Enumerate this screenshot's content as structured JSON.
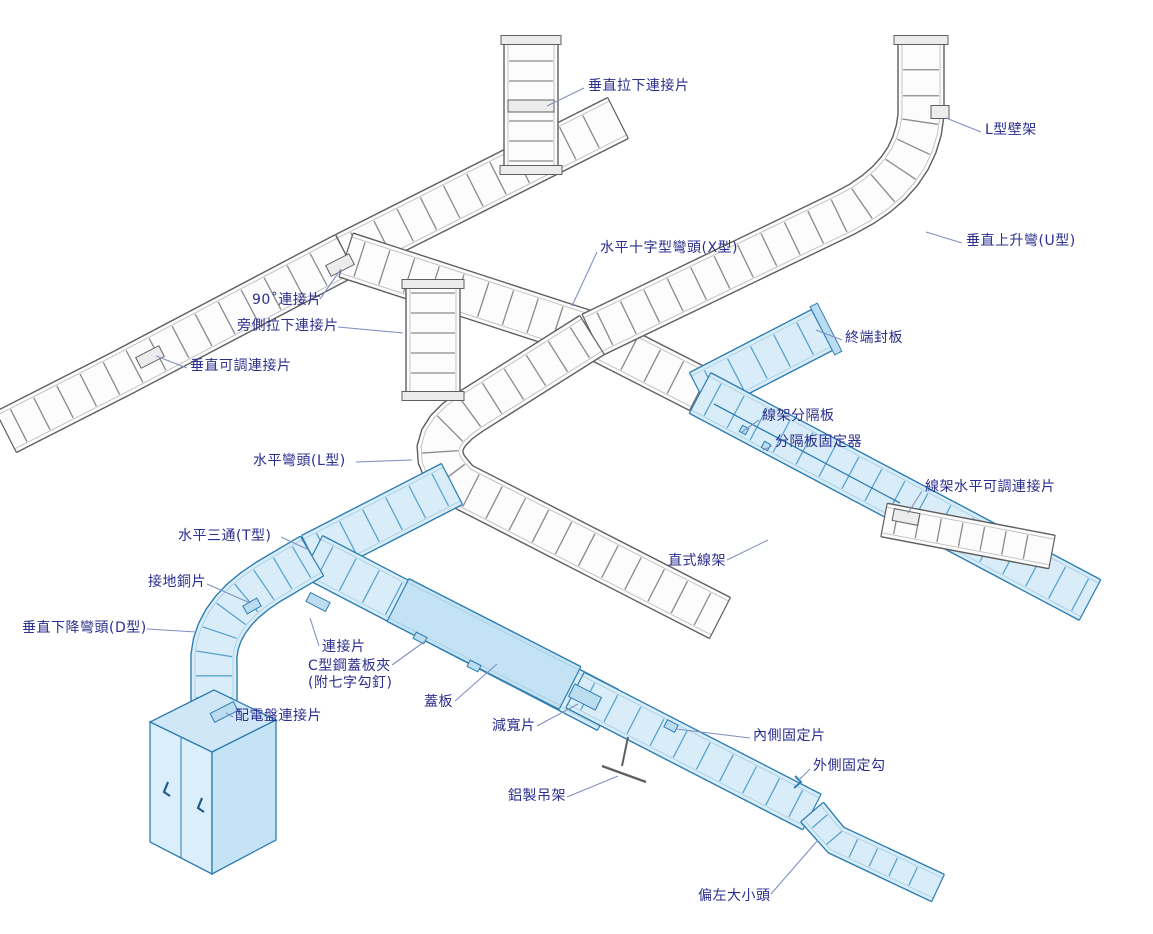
{
  "diagram": {
    "background": "#ffffff",
    "colors": {
      "label_text": "#2b2f8f",
      "leader_line": "#8090c2",
      "gray_rail": "#5f5f5f",
      "gray_fill": "#fcfcfc",
      "gray_rung": "#8a8a8a",
      "gray_inner": "#bdbdbd",
      "blue_rail": "#2e7eb3",
      "blue_fill": "#d9edf8",
      "blue_rung": "#5ba3cf",
      "blue_inner": "#a8cfe6",
      "cover_fill": "#c3e2f4",
      "box_top": "#cfe7f6",
      "box_left": "#daeefb",
      "box_right": "#c5e3f5",
      "plate_gray": "#ececec",
      "plate_blue": "#bcdcf0",
      "handle": "#1f5d8a"
    },
    "labels": [
      {
        "id": "vertical-pulldown-connector",
        "text": "垂直拉下連接片"
      },
      {
        "id": "l-type-wall-bracket",
        "text": "L型壁架"
      },
      {
        "id": "vertical-rise-bend-u",
        "text": "垂直上升彎(U型)"
      },
      {
        "id": "horizontal-cross-bend-x",
        "text": "水平十字型彎頭(X型)"
      },
      {
        "id": "90-degree-connector",
        "text": "90˚連接片"
      },
      {
        "id": "side-pulldown-connector",
        "text": "旁側拉下連接片"
      },
      {
        "id": "end-cap-plate",
        "text": "終端封板"
      },
      {
        "id": "vertical-adjustable-connector",
        "text": "垂直可調連接片"
      },
      {
        "id": "tray-divider",
        "text": "線架分隔板"
      },
      {
        "id": "divider-fixture",
        "text": "分隔板固定器"
      },
      {
        "id": "horizontal-elbow-l",
        "text": "水平彎頭(L型)"
      },
      {
        "id": "tray-horizontal-adjustable-connector",
        "text": "線架水平可調連接片"
      },
      {
        "id": "horizontal-tee-t",
        "text": "水平三通(T型)"
      },
      {
        "id": "straight-tray",
        "text": "直式線架"
      },
      {
        "id": "grounding-copper-strip",
        "text": "接地銅片"
      },
      {
        "id": "vertical-drop-bend-d",
        "text": "垂直下降彎頭(D型)"
      },
      {
        "id": "connector-plate",
        "text": "連接片"
      },
      {
        "id": "c-channel-cover-clip",
        "text": "C型鋼蓋板夾",
        "text2": "(附七字勾釘)"
      },
      {
        "id": "cover-plate",
        "text": "蓋板"
      },
      {
        "id": "width-reducer",
        "text": "減寬片"
      },
      {
        "id": "panel-connector",
        "text": "配電盤連接片"
      },
      {
        "id": "inner-fixing-piece",
        "text": "內側固定片"
      },
      {
        "id": "outer-fixing-hook",
        "text": "外側固定勾"
      },
      {
        "id": "aluminum-hanger",
        "text": "鋁製吊架"
      },
      {
        "id": "left-offset-reducer",
        "text": "偏左大小頭"
      }
    ]
  }
}
